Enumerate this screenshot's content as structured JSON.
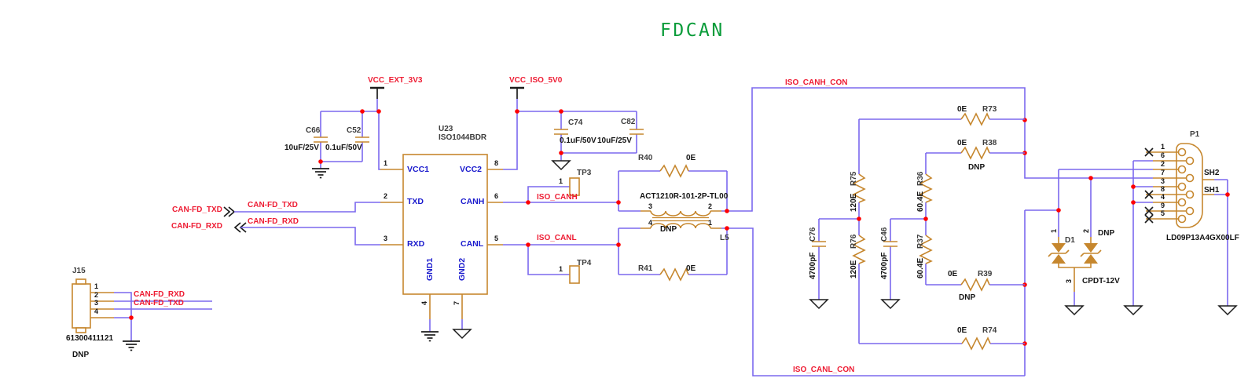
{
  "title": "FDCAN",
  "colors": {
    "wire": "#7b68ee",
    "component": "#c6872e",
    "net_label": "#ee1c33",
    "pin_name": "#1a1acd",
    "title_green": "#0a9c3a"
  },
  "ports": {
    "txd_label": "CAN-FD_TXD",
    "rxd_label": "CAN-FD_RXD",
    "txd_net": "CAN-FD_TXD",
    "rxd_net": "CAN-FD_RXD"
  },
  "j15": {
    "ref": "J15",
    "part": "61300411121",
    "dnp": "DNP",
    "pins": [
      "1",
      "2",
      "3",
      "4"
    ],
    "net_rxd": "CAN-FD_RXD",
    "net_txd": "CAN-FD_TXD"
  },
  "power_3v3": {
    "net": "VCC_EXT_3V3",
    "c66_ref": "C66",
    "c66_value": "10uF/25V",
    "c52_ref": "C52",
    "c52_value": "0.1uF/50V"
  },
  "power_5v0": {
    "net": "VCC_ISO_5V0",
    "c74_ref": "C74",
    "c74_value": "0.1uF/50V",
    "c82_ref": "C82",
    "c82_value": "10uF/25V"
  },
  "u23": {
    "ref": "U23",
    "part": "ISO1044BDR",
    "pin_nums": {
      "vcc1": "1",
      "txd": "2",
      "rxd": "3",
      "gnd1": "4",
      "gnd2": "7",
      "vcc2": "8",
      "canh": "6",
      "canl": "5"
    },
    "pin_names": {
      "vcc1": "VCC1",
      "txd": "TXD",
      "rxd": "RXD",
      "gnd1": "GND1",
      "gnd2": "GND2",
      "vcc2": "VCC2",
      "canh": "CANH",
      "canl": "CANL"
    }
  },
  "testpoints": {
    "tp3_ref": "TP3",
    "tp3_pin": "1",
    "tp4_ref": "TP4",
    "tp4_pin": "1"
  },
  "nets": {
    "iso_canh": "ISO_CANH",
    "iso_canl": "ISO_CANL",
    "iso_canh_con": "ISO_CANH_CON",
    "iso_canl_con": "ISO_CANL_CON"
  },
  "choke": {
    "part": "ACT1210R-101-2P-TL00",
    "ref": "L5",
    "dnp": "DNP",
    "pin3": "3",
    "pin2": "2",
    "pin4": "4",
    "pin1": "1"
  },
  "resistors": {
    "r40": {
      "ref": "R40",
      "value": "0E"
    },
    "r41": {
      "ref": "R41",
      "value": "0E"
    },
    "r73": {
      "ref": "R73",
      "value": "0E"
    },
    "r38": {
      "ref": "R38",
      "value": "0E",
      "dnp": "DNP"
    },
    "r39": {
      "ref": "R39",
      "value": "0E",
      "dnp": "DNP"
    },
    "r74": {
      "ref": "R74",
      "value": "0E"
    },
    "r75": {
      "ref": "R75",
      "value": "120E"
    },
    "r76": {
      "ref": "R76",
      "value": "120E"
    },
    "r36": {
      "ref": "R36",
      "value": "60.4E"
    },
    "r37": {
      "ref": "R37",
      "value": "60.4E"
    }
  },
  "capacitors": {
    "c76_ref": "C76",
    "c76_value": "4700pF",
    "c46_ref": "C46",
    "c46_value": "4700pF"
  },
  "d1": {
    "ref": "D1",
    "part": "CPDT-12V",
    "dnp": "DNP",
    "pin1": "1",
    "pin2": "2",
    "pin3": "3"
  },
  "p1": {
    "ref": "P1",
    "part": "LD09P13A4GX00LF",
    "pins": [
      "1",
      "6",
      "2",
      "7",
      "3",
      "8",
      "4",
      "9",
      "5"
    ],
    "sh2": "SH2",
    "sh1": "SH1"
  }
}
